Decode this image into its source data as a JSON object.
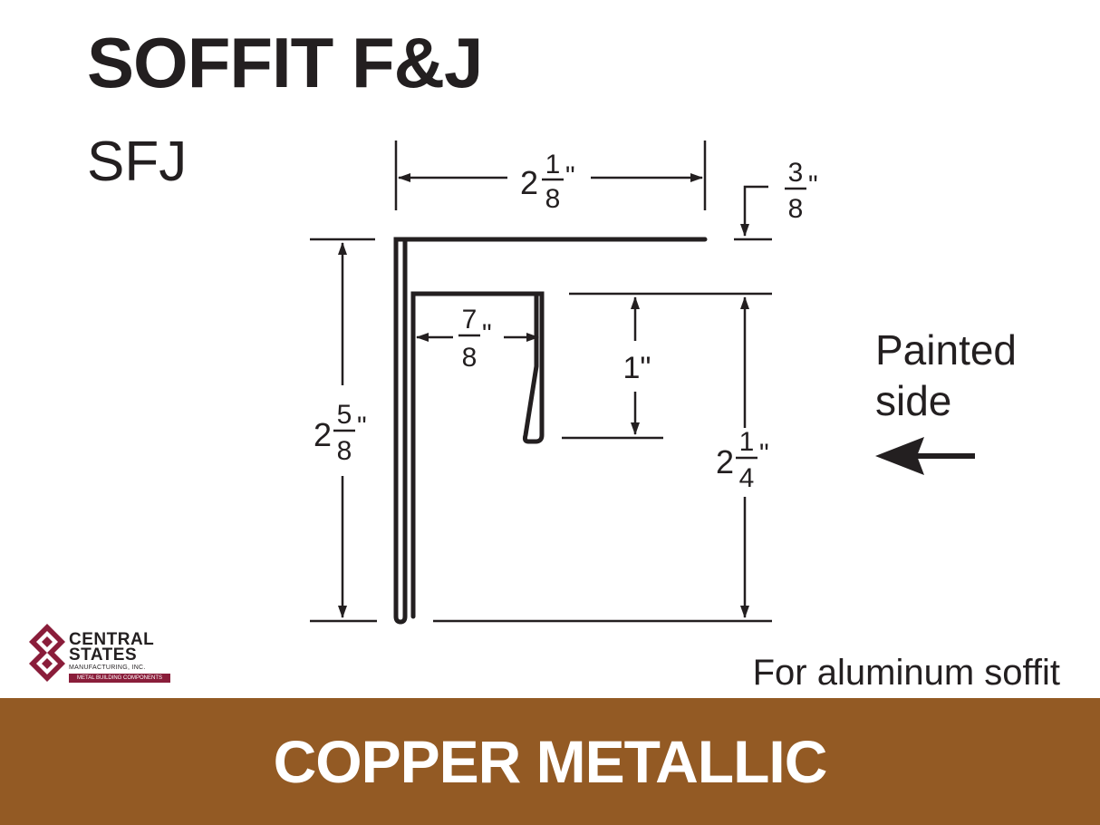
{
  "header": {
    "title": "SOFFIT F&J",
    "code": "SFJ"
  },
  "dimensions": {
    "top_width": {
      "whole": "2",
      "num": "1",
      "den": "8",
      "unit": "\""
    },
    "top_offset": {
      "whole": "",
      "num": "3",
      "den": "8",
      "unit": "\""
    },
    "inner_width": {
      "whole": "",
      "num": "7",
      "den": "8",
      "unit": "\""
    },
    "inner_height": {
      "text": "1\""
    },
    "overall_height": {
      "whole": "2",
      "num": "5",
      "den": "8",
      "unit": "\""
    },
    "right_height": {
      "whole": "2",
      "num": "1",
      "den": "4",
      "unit": "\""
    }
  },
  "labels": {
    "painted_line1": "Painted",
    "painted_line2": "side",
    "note": "For aluminum soffit"
  },
  "logo": {
    "line1": "CENTRAL",
    "line2": "STATES",
    "line3": "MANUFACTURING, INC.",
    "line4": "METAL BUILDING COMPONENTS"
  },
  "footer": {
    "color_name": "COPPER METALLIC",
    "band_color": "#935a24"
  },
  "colors": {
    "ink": "#231f20",
    "logo_red": "#8a1d3a"
  }
}
